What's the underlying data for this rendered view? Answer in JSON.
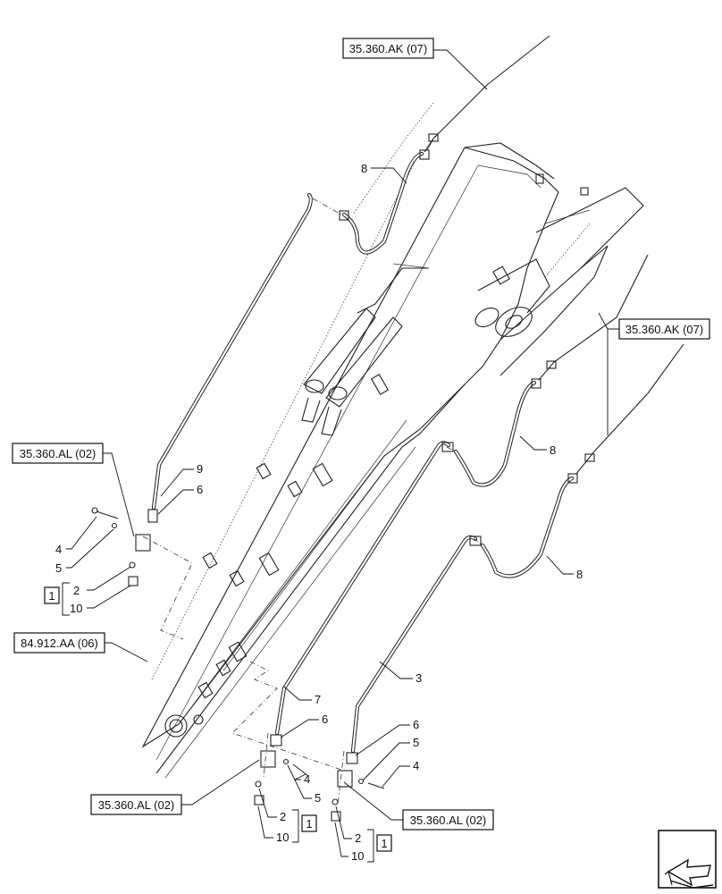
{
  "references": {
    "ak_top": "35.360.AK (07)",
    "ak_right": "35.360.AK (07)",
    "al_left": "35.360.AL (02)",
    "al_bottom_left": "35.360.AL (02)",
    "al_bottom_right": "35.360.AL (02)",
    "aa_left": "84.912.AA (06)"
  },
  "item_numbers": {
    "n8_top": "8",
    "n8_mid": "8",
    "n8_low": "8",
    "n9": "9",
    "n6_left": "6",
    "n4_left": "4",
    "n5_left": "5",
    "n2_left": "2",
    "n10_left": "10",
    "kit_left": "1",
    "n7": "7",
    "n3": "3",
    "n6_mid": "6",
    "n6_right": "6",
    "n5_mid": "5",
    "n4_mid": "4",
    "n5_right": "5",
    "n4_right": "4",
    "n2_mid": "2",
    "n10_mid": "10",
    "kit_mid": "1",
    "n2_right": "2",
    "n10_right": "10",
    "kit_right": "1"
  }
}
